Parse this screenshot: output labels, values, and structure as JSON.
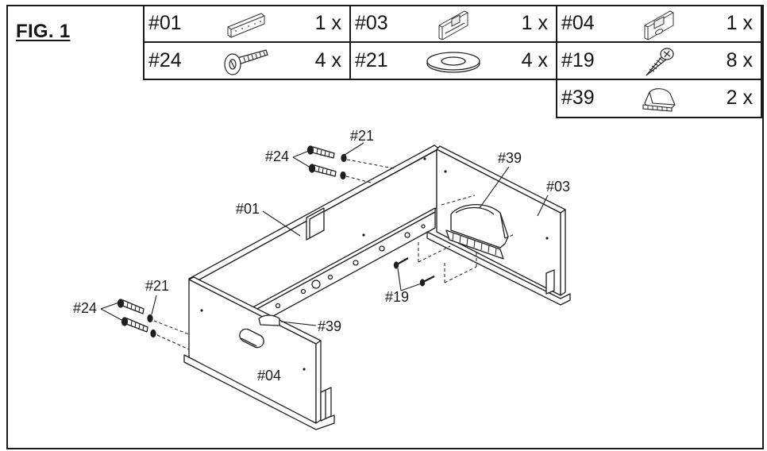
{
  "figure": {
    "title": "FIG. 1"
  },
  "parts_table": {
    "r1": [
      {
        "id": "#01",
        "qty": "1 x",
        "icon": "back-panel-icon"
      },
      {
        "id": "#03",
        "qty": "1 x",
        "icon": "right-side-panel-icon"
      },
      {
        "id": "#04",
        "qty": "1 x",
        "icon": "left-side-panel-icon"
      }
    ],
    "r2": [
      {
        "id": "#24",
        "qty": "4 x",
        "icon": "bolt-icon"
      },
      {
        "id": "#21",
        "qty": "4 x",
        "icon": "washer-icon"
      },
      {
        "id": "#19",
        "qty": "8 x",
        "icon": "wood-screw-icon"
      }
    ],
    "r3": [
      {
        "id": "#39",
        "qty": "2 x",
        "icon": "corner-bracket-icon"
      }
    ]
  },
  "callouts": {
    "washer_top": "#21",
    "bolt_top": "#24",
    "back_panel": "#01",
    "bracket_right": "#39",
    "right_panel": "#03",
    "screws": "#19",
    "washer_left": "#21",
    "bolt_left": "#24",
    "bracket_left": "#39",
    "left_panel": "#04"
  }
}
